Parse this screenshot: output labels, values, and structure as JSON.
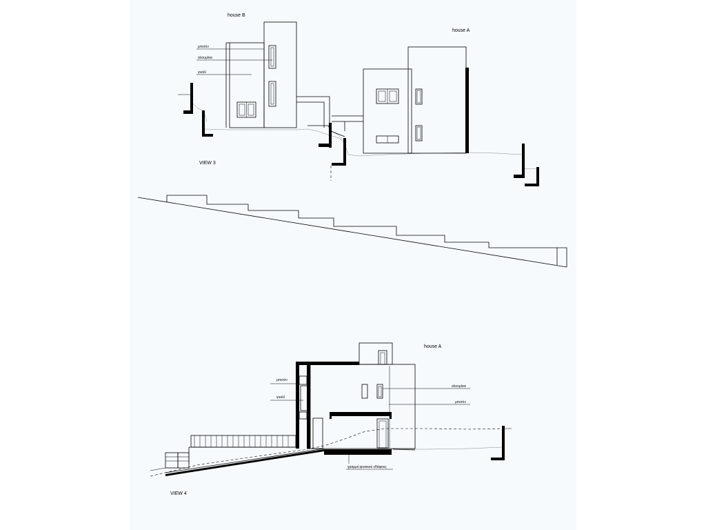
{
  "view3": {
    "title": "VIEW 3",
    "house_b_label": "house B",
    "house_a_label": "house A",
    "material_labels": [
      "μπετόν",
      "αλουμίνιο",
      "γυαλί"
    ]
  },
  "view4": {
    "title": "VIEW 4",
    "house_a_label": "house A",
    "left_labels": [
      "μπετόν",
      "γυαλί"
    ],
    "right_labels": [
      "αλουμίνιο",
      "μπετόν"
    ],
    "ground_note": "γραμμή φυσικού εδάφους"
  }
}
